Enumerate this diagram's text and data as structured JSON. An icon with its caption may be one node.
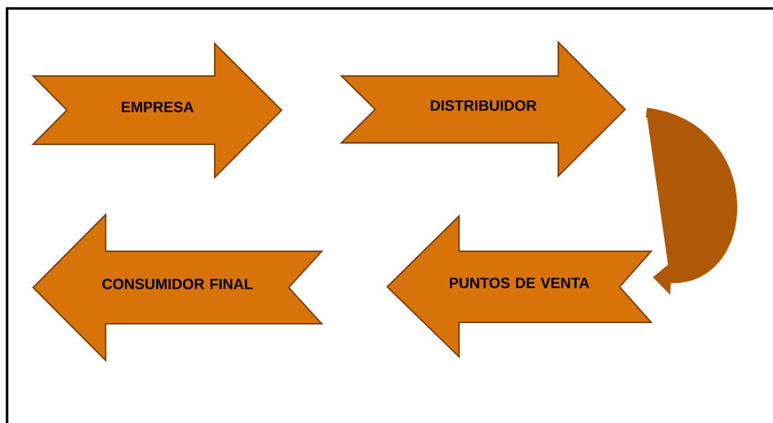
{
  "diagram": {
    "nodes": [
      {
        "text": [
          "EMPRESA"
        ]
      },
      {
        "text": [
          "DISTRIBUIDOR"
        ]
      },
      {
        "text": [
          "CONSUMIDOR FINAL"
        ]
      },
      {
        "text": [
          "PUNTOS DE VENTA"
        ]
      }
    ],
    "edges": [
      {
        "from": 1,
        "to": 3,
        "arrow": "to"
      }
    ]
  }
}
